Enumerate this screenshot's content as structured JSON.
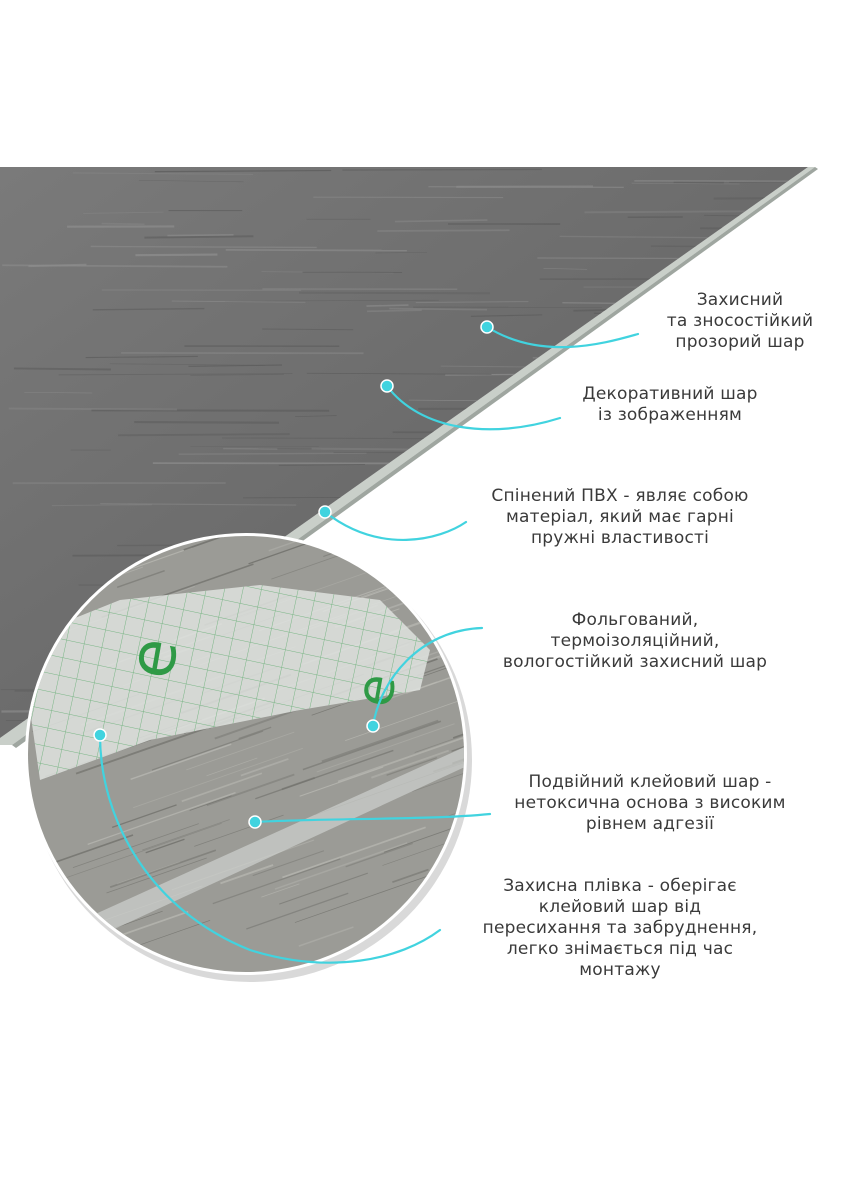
{
  "colors": {
    "accent": "#41d3df",
    "text": "#3a3a3a",
    "panel_dark": "#6f6f6f",
    "panel_light": "#8a8a8a",
    "foam": "#c9cfc9",
    "liner_green": "#2f9a46"
  },
  "labels": [
    {
      "lines": [
        "Захисний",
        "та зносостійкий",
        "прозорий шар"
      ]
    },
    {
      "lines": [
        "Декоративний шар",
        "із зображенням"
      ]
    },
    {
      "lines": [
        "Спінений ПВХ - являє собою",
        "матеріал, який має гарні",
        "пружні властивості"
      ]
    },
    {
      "lines": [
        "Фольгований,",
        "термоізоляційний,",
        "вологостійкий захисний шар"
      ]
    },
    {
      "lines": [
        "Подвійний клейовий шар -",
        "нетоксична основа з високим",
        "рівнем адгезії"
      ]
    },
    {
      "lines": [
        "Захисна плівка - оберігає",
        "клейовий шар від",
        "пересихання та забруднення,",
        "легко знімається під час",
        "монтажу"
      ]
    }
  ]
}
